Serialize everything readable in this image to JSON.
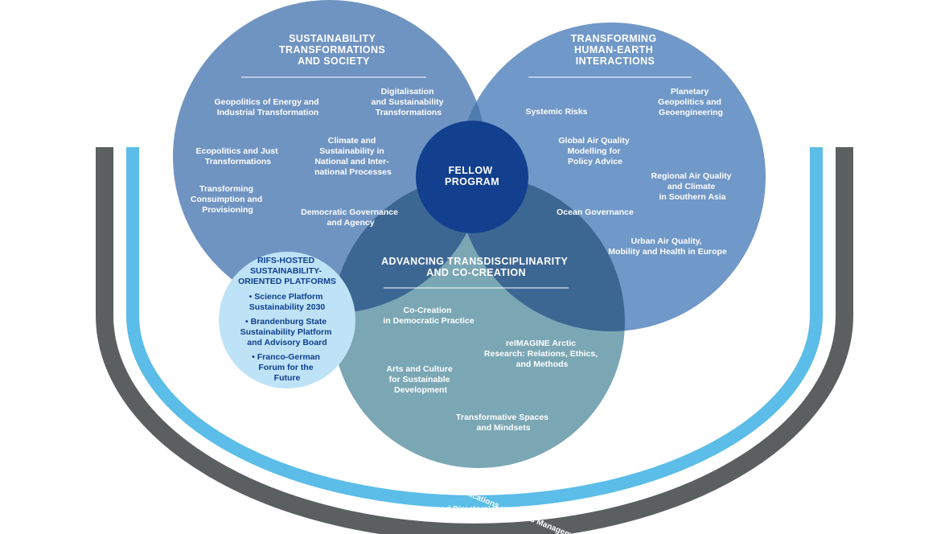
{
  "circles": {
    "society": {
      "title": [
        "SUSTAINABILITY",
        "TRANSFORMATIONS",
        "AND SOCIETY"
      ],
      "items": [
        [
          "Geopolitics of Energy and",
          "Industrial Transformation"
        ],
        [
          "Digitalisation",
          "and Sustainability",
          "Transformations"
        ],
        [
          "Ecopolitics and Just",
          "Transformations"
        ],
        [
          "Climate and",
          "Sustainability in",
          "National and Inter-",
          "national Processes"
        ],
        [
          "Transforming",
          "Consumption and",
          "Provisioning"
        ],
        [
          "Democratic Governance",
          "and Agency"
        ]
      ]
    },
    "earth": {
      "title": [
        "TRANSFORMING",
        "HUMAN-EARTH",
        "INTERACTIONS"
      ],
      "items": [
        [
          "Systemic Risks"
        ],
        [
          "Planetary",
          "Geopolitics and",
          "Geoengineering"
        ],
        [
          "Global Air Quality",
          "Modelling for",
          "Policy Advice"
        ],
        [
          "Regional Air Quality",
          "and Climate",
          "in Southern Asia"
        ],
        [
          "Ocean Governance"
        ],
        [
          "Urban Air Quality,",
          "Mobility and Health in Europe"
        ]
      ]
    },
    "cocreation": {
      "title": [
        "ADVANCING TRANSDISCIPLINARITY",
        "AND CO-CREATION"
      ],
      "items": [
        [
          "Co-Creation",
          "in Democratic Practice"
        ],
        [
          "reIMAGINE Arctic",
          "Research: Relations, Ethics,",
          "and Methods"
        ],
        [
          "Arts and Culture",
          "for Sustainable",
          "Development"
        ],
        [
          "Transformative Spaces",
          "and Mindsets"
        ]
      ]
    }
  },
  "center": {
    "title": [
      "FELLOW",
      "PROGRAM"
    ]
  },
  "platforms": {
    "title": [
      "RIFS-HOSTED",
      "SUSTAINABILITY-",
      "ORIENTED PLATFORMS"
    ],
    "items": [
      [
        "• Science Platform",
        "Sustainability 2030"
      ],
      [
        "• Brandenburg State",
        "Sustainability Platform",
        "and Advisory Board"
      ],
      [
        "• Franco-German",
        "Forum for the",
        "Future"
      ]
    ]
  },
  "arcs": {
    "inner": "Science Management — Press and Communications — Events Management",
    "outer": "Directors and Directors’ Support Teams"
  },
  "colors": {
    "circle_society": "#6f94c2",
    "circle_earth": "#7098c8",
    "circle_cocreation": "#7ba7b5",
    "overlap": "#3d6793",
    "center": "#123f8e",
    "platforms": "#bfe3f6",
    "arc_inner": "#5bbde8",
    "arc_outer": "#5b5f60"
  }
}
